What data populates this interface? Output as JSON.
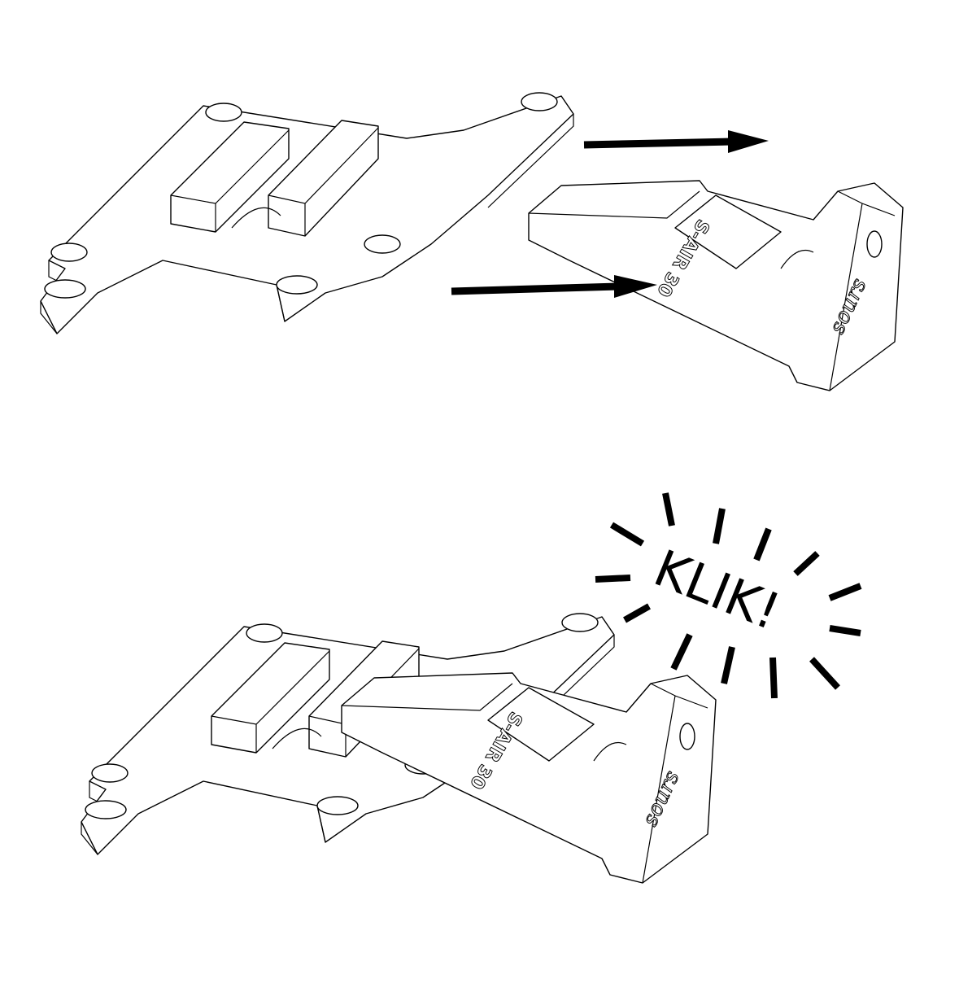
{
  "figure": {
    "step1": {
      "clip_label": "S-AIR 30",
      "logo": "sours"
    },
    "step2": {
      "clip_label": "S-AIR 30",
      "logo": "sours",
      "sound_effect": "KLIK!"
    }
  },
  "colors": {
    "line": "#000000",
    "background": "#ffffff"
  }
}
